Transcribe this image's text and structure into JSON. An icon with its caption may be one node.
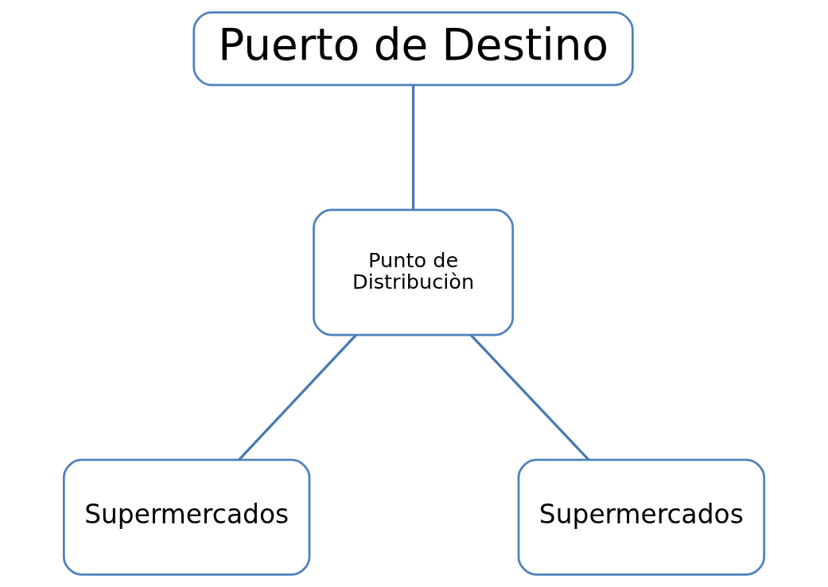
{
  "diagram": {
    "nodes": [
      {
        "text": [
          "Puerto de Destino"
        ]
      },
      {
        "text": [
          "Punto de Distribuciòn"
        ]
      },
      {
        "text": [
          "Supermercados"
        ]
      },
      {
        "text": [
          "Supermercados"
        ]
      }
    ],
    "edges": [
      {
        "from": 0,
        "to": 1,
        "arrow": "none"
      },
      {
        "from": 1,
        "to": 2,
        "arrow": "none"
      },
      {
        "from": 1,
        "to": 3,
        "arrow": "none"
      }
    ]
  }
}
